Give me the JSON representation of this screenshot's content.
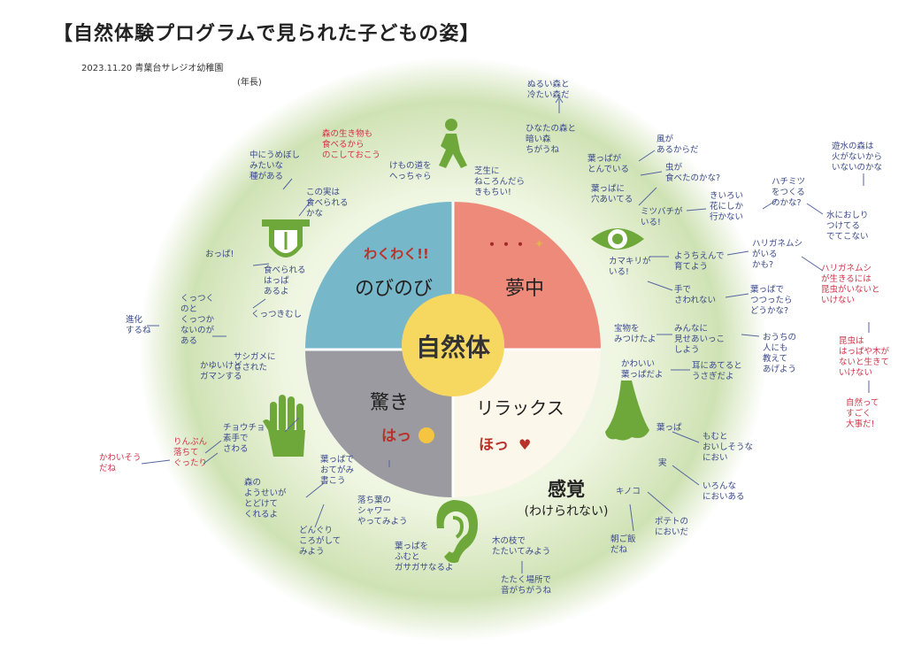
{
  "header": {
    "title": "【自然体験プログラムで見られた子どもの姿】",
    "date": "2023.11.20 青葉台サレジオ幼稚園",
    "class": "(年長)"
  },
  "diagram": {
    "center": "自然体",
    "quadrants": {
      "top_left": {
        "label": "のびのび",
        "accent": "わくわく!!",
        "color": "#76b7c9"
      },
      "top_right": {
        "label": "夢中",
        "accent": "・・・",
        "color": "#ee8a7a"
      },
      "bottom_left": {
        "label": "驚き",
        "accent": "はっ",
        "color": "#9a9aa0"
      },
      "bottom_right": {
        "label": "リラックス",
        "accent": "ほっ",
        "color": "#fbf7ea"
      }
    },
    "senses_label": "感覚",
    "senses_sub": "(わけられない)",
    "accent_red": "#c0392b",
    "center_color": "#f6d860",
    "icon_color": "#6ea83a"
  },
  "notes": {
    "n01": "ぬるい森と\n冷たい森だ",
    "n02": "ひなたの森と\n暗い森\nちがうね",
    "n03": "葉っぱが\nとんでいる",
    "n04": "風が\nあるからだ",
    "n05": "虫が\n食べたのかな?",
    "n06": "葉っぱに\n穴あいてる",
    "n07": "ミツバチが\nいる!",
    "n08": "きいろい\n花にしか\n行かない",
    "n09": "ハチミツ\nをつくる\nのかな?",
    "n10": "遊水の森は\n火がないから\nいないのかな",
    "n11": "水におしり\nつけてる\nでてこない",
    "n12": "カマキリが\nいる!",
    "n13": "ようちえんで\n育てよう",
    "n14": "ハリガネムシ\nがいる\nかも?",
    "n15": "ハリガネムシ\nが生きるには\n昆虫がいないと\nいけない",
    "n16": "昆虫は\nはっぱや木が\nないと生きて\nいけない",
    "n17": "自然って\nすごく\n大事だ!",
    "n18": "手で\nさわれない",
    "n19": "葉っぱで\nつつったら\nどうかな?",
    "n20": "宝物を\nみつけたよ",
    "n21": "みんなに\n見せあいっこ\nしよう",
    "n22": "おうちの\n人にも\n教えて\nあげよう",
    "n23": "かわいい\n葉っぱだよ",
    "n24": "耳にあてると\nうさぎだよ",
    "n25": "葉っぱ",
    "n26": "実",
    "n27": "キノコ",
    "n28": "もむと\nおいしそうな\nにおい",
    "n29": "いろんな\nにおいある",
    "n30": "ポテトの\nにおいだ",
    "n31": "朝ご飯\nだね",
    "n32": "木の枝で\nたたいてみよう",
    "n33": "たたく場所で\n音がちがうね",
    "n34": "落ち葉の\nシャワー\nやってみよう",
    "n35": "葉っぱを\nふむと\nガサガサなるよ",
    "n36": "葉っぱで\nおてがみ\n書こう",
    "n37": "森の\nようせいが\nとどけて\nくれるよ",
    "n38": "どんぐり\nころがして\nみよう",
    "n39": "チョウチョ\n素手で\nさわる",
    "n40": "りんぷん\n落ちて\nぐったり",
    "n41": "かわいそう\nだね",
    "n42": "サシガメに\nさされた",
    "n43": "かゆいけど\nガマンする",
    "n44": "くっつく\nのと\nくっつか\nないのが\nある",
    "n45": "くっつきむし",
    "n46": "進化\nするね",
    "n47": "おっぱ!",
    "n48": "食べられる\nはっぱ\nあるよ",
    "n49": "中にうめぼし\nみたいな\n種がある",
    "n50": "この実は\n食べられる\nかな",
    "n51": "森の生き物も\n食べるから\nのこしておこう",
    "n52": "けもの道を\nへっちゃら",
    "n53": "芝生に\nねころんだら\nきもちい!"
  }
}
